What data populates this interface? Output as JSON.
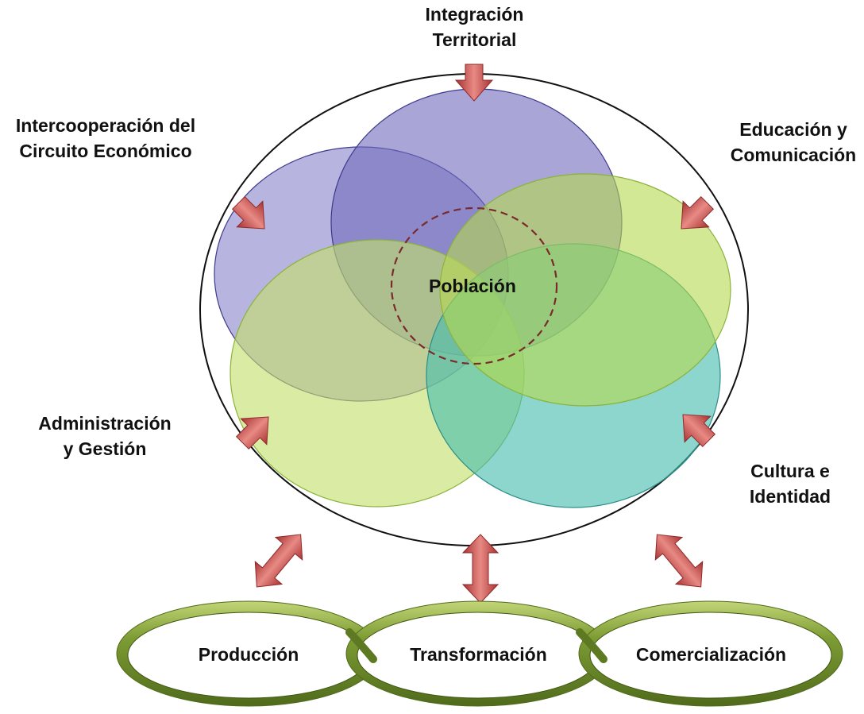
{
  "diagram": {
    "outer_labels": {
      "integracion": [
        "Integración",
        "Territorial"
      ],
      "intercooperacion": [
        "Intercooperación del",
        "Circuito Económico"
      ],
      "educacion": [
        "Educación y",
        "Comunicación"
      ],
      "administracion": [
        "Administración",
        "y Gestión"
      ],
      "cultura": [
        "Cultura e",
        "Identidad"
      ]
    },
    "center_label": "Población",
    "rings": [
      "Producción",
      "Transformación",
      "Comercialización"
    ],
    "colors": {
      "purple_fill": "#7b77c4",
      "purple_stroke": "#3d3a8c",
      "lime_fill": "#c4e06a",
      "lime_stroke": "#8bb33a",
      "green_fill": "#6cc04a",
      "teal_fill": "#47bdb0",
      "teal_stroke": "#2b8f88",
      "arrow_fill": "#c94a4a",
      "arrow_light": "#e68b86",
      "ring_green": "#6f8f2c",
      "ring_light": "#b8cc68",
      "dashed": "#7a2a2a",
      "outer_stroke": "#111111"
    }
  }
}
